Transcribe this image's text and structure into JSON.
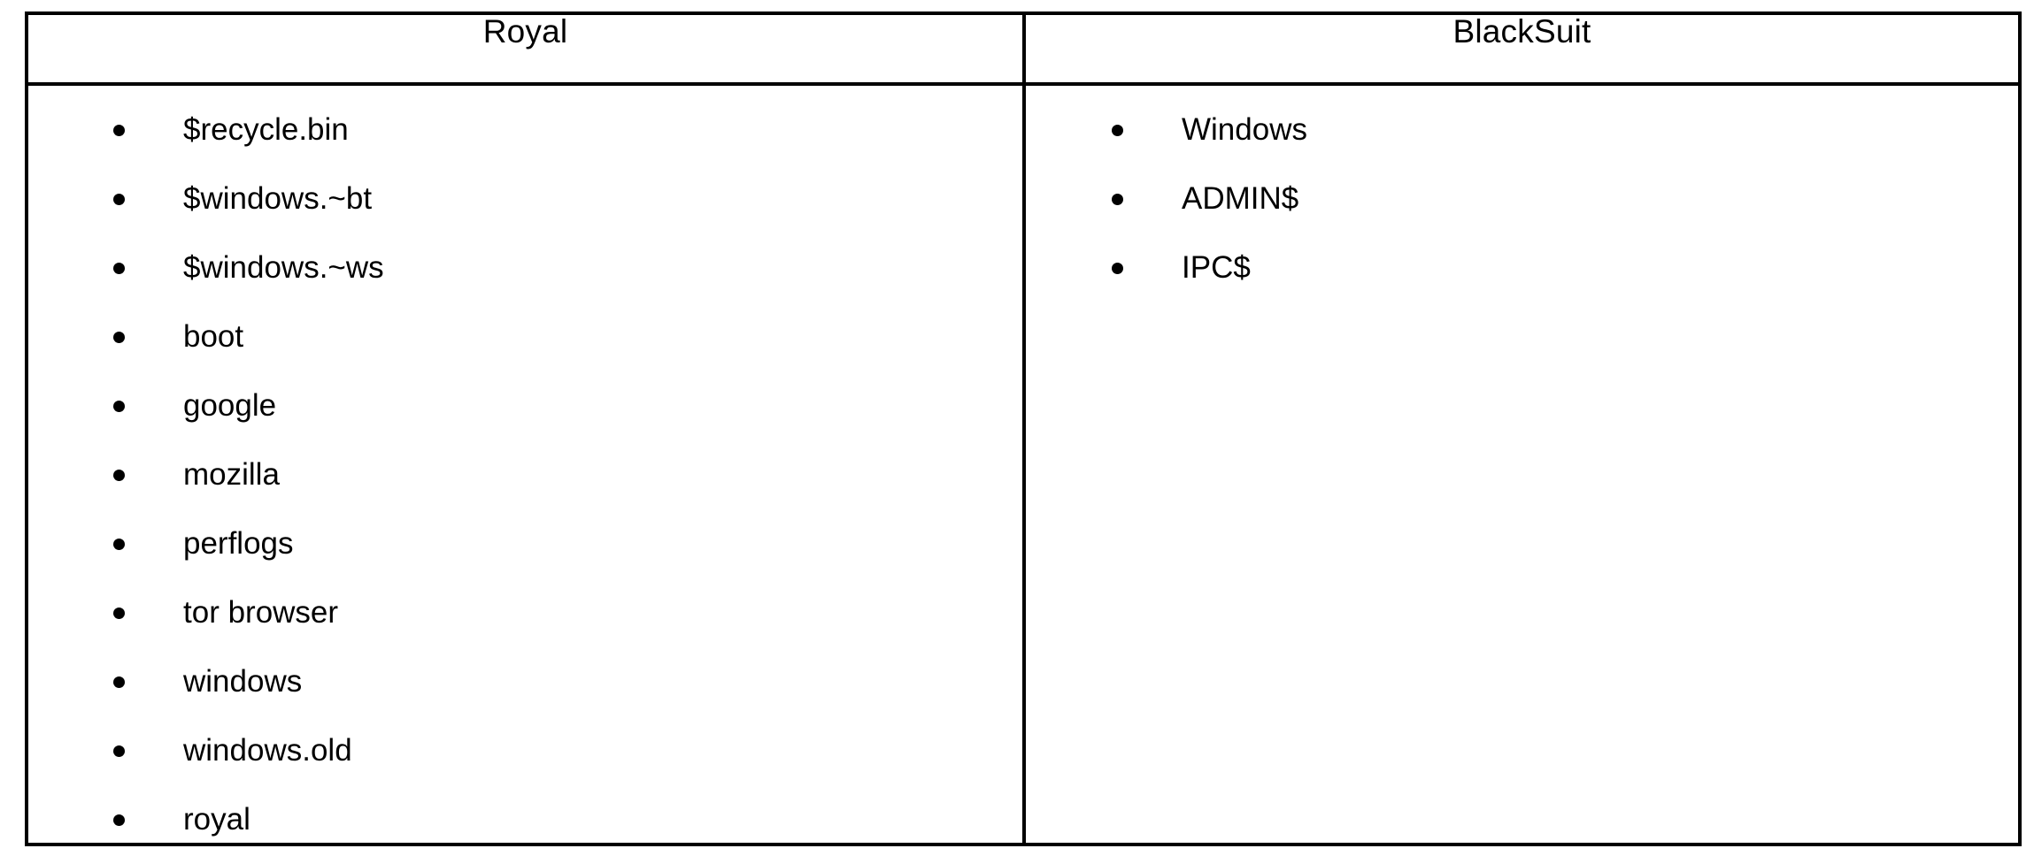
{
  "table": {
    "columns": [
      {
        "header": "Royal",
        "items": [
          "$recycle.bin",
          "$windows.~bt",
          "$windows.~ws",
          "boot",
          "google",
          "mozilla",
          "perflogs",
          "tor browser",
          "windows",
          "windows.old",
          "royal"
        ]
      },
      {
        "header": "BlackSuit",
        "items": [
          "Windows",
          "ADMIN$",
          "IPC$"
        ]
      }
    ],
    "bullet_icon": "bullet-dot-icon",
    "border_color": "#000000",
    "text_color": "#000000",
    "background_color": "#ffffff"
  }
}
